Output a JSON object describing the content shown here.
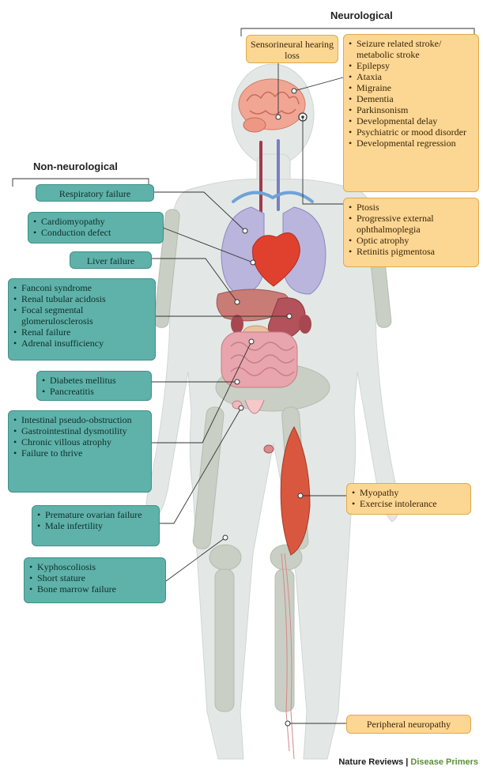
{
  "headers": {
    "neurological": "Neurological",
    "non_neurological": "Non-neurological"
  },
  "neuro": {
    "hearing": "Sensorineural hearing loss",
    "brain_items": [
      "Seizure related stroke/ metabolic stroke",
      "Epilepsy",
      "Ataxia",
      "Migraine",
      "Dementia",
      "Parkinsonism",
      "Developmental delay",
      "Psychiatric or mood disorder",
      "Developmental regression"
    ],
    "eye_items": [
      "Ptosis",
      "Progressive external ophthalmoplegia",
      "Optic atrophy",
      "Retinitis pigmentosa"
    ],
    "muscle_items": [
      "Myopathy",
      "Exercise intolerance"
    ],
    "neuropathy": "Peripheral neuropathy"
  },
  "non_neuro": {
    "respiratory": "Respiratory failure",
    "heart_items": [
      "Cardiomyopathy",
      "Conduction defect"
    ],
    "liver": "Liver failure",
    "kidney_items": [
      "Fanconi syndrome",
      "Renal tubular acidosis",
      "Focal segmental glomerulosclerosis",
      "Renal failure",
      "Adrenal insufficiency"
    ],
    "pancreas_items": [
      "Diabetes mellitus",
      "Pancreatitis"
    ],
    "gi_items": [
      "Intestinal pseudo-obstruction",
      "Gastrointestinal dysmotility",
      "Chronic villous atrophy",
      "Failure to thrive"
    ],
    "repro_items": [
      "Premature ovarian failure",
      "Male infertility"
    ],
    "bone_items": [
      "Kyphoscoliosis",
      "Short stature",
      "Bone marrow failure"
    ]
  },
  "credit": {
    "journal": "Nature Reviews",
    "separator": "|",
    "series": "Disease Primers"
  },
  "colors": {
    "teal": "#5fb2a9",
    "orange": "#fcd693",
    "body": "#e3e8e6",
    "bone": "#c9cfc4",
    "heart": "#e0412e",
    "lung": "#b9b5dd",
    "brain": "#f1a694",
    "muscle": "#d9573f",
    "accent_green": "#5b8f3a"
  }
}
